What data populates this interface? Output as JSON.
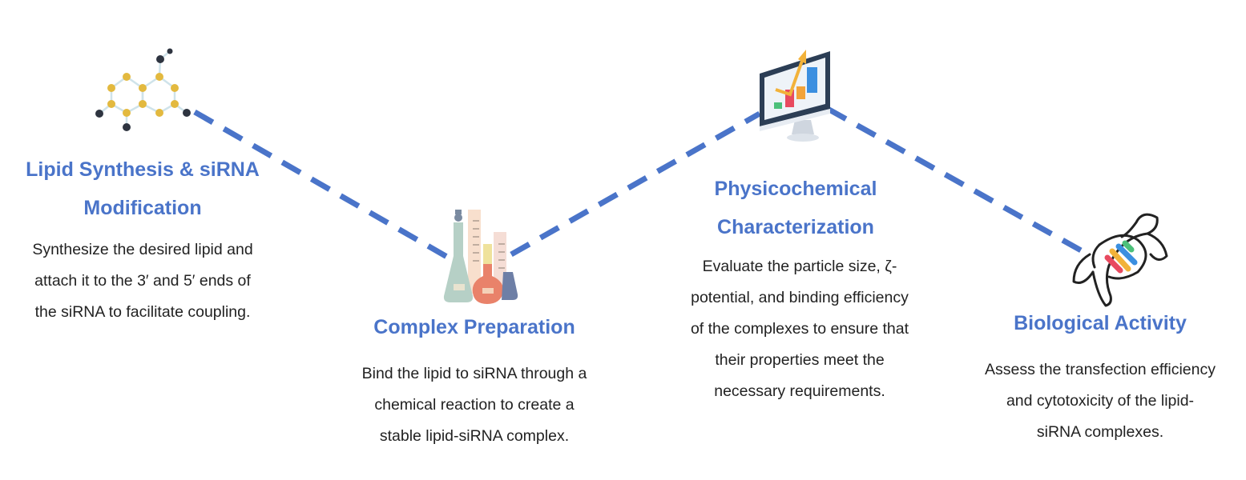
{
  "colors": {
    "accent": "#4a74c9",
    "text": "#222222",
    "connector": "#4a74c9"
  },
  "steps": [
    {
      "icon": "molecule-icon",
      "title": [
        "Lipid Synthesis & siRNA",
        "Modification"
      ],
      "description": [
        "Synthesize the desired lipid and",
        "attach it to the 3′ and 5′ ends of",
        "the siRNA to facilitate coupling."
      ]
    },
    {
      "icon": "lab-flasks-icon",
      "title": [
        "Complex Preparation"
      ],
      "description": [
        "Bind the lipid to siRNA through a",
        "chemical reaction to create a",
        "stable lipid-siRNA complex."
      ]
    },
    {
      "icon": "monitor-chart-icon",
      "title": [
        "Physicochemical",
        "Characterization"
      ],
      "description": [
        "Evaluate the particle size, ζ-",
        "potential, and binding efficiency",
        "of the complexes to ensure that",
        "their properties meet the",
        "necessary requirements."
      ]
    },
    {
      "icon": "dna-helix-icon",
      "title": [
        "Biological Activity"
      ],
      "description": [
        "Assess the transfection efficiency",
        "and cytotoxicity of the lipid-",
        "siRNA complexes."
      ]
    }
  ]
}
